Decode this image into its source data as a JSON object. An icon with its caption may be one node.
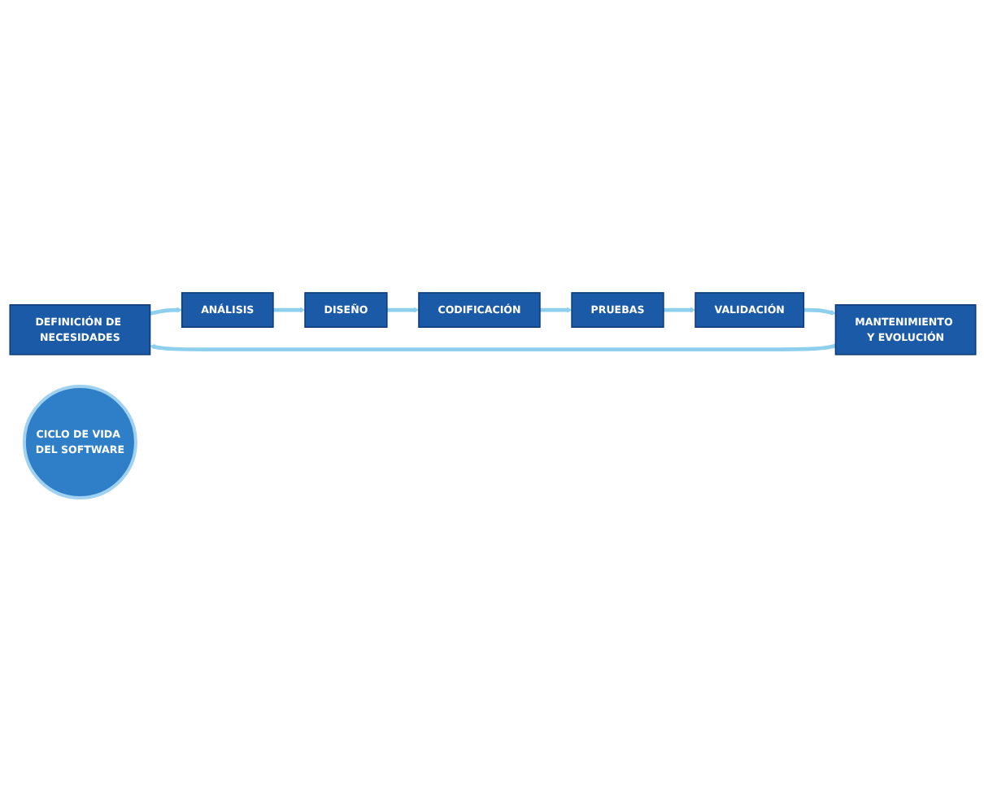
{
  "diagram": {
    "nodes": [
      {
        "text": [
          "DEFINICIÓN DE NECESIDADES"
        ]
      },
      {
        "text": [
          "ANÁLISIS"
        ]
      },
      {
        "text": [
          "DISEÑO"
        ]
      },
      {
        "text": [
          "CODIFICACIÓN"
        ]
      },
      {
        "text": [
          "PRUEBAS"
        ]
      },
      {
        "text": [
          "VALIDACIÓN"
        ]
      },
      {
        "text": [
          "MANTENIMIENTO Y EVOLUCIÓN"
        ]
      },
      {
        "text": [
          "CICLO DE VIDA DEL SOFTWARE"
        ]
      }
    ],
    "edges": [
      {
        "from": 0,
        "to": 1,
        "arrow": "to"
      },
      {
        "from": 1,
        "to": 2,
        "arrow": "to"
      },
      {
        "from": 2,
        "to": 3,
        "arrow": "to"
      },
      {
        "from": 3,
        "to": 4,
        "arrow": "to"
      },
      {
        "from": 4,
        "to": 5,
        "arrow": "to"
      },
      {
        "from": 5,
        "to": 6,
        "arrow": "to"
      },
      {
        "from": 6,
        "to": 0,
        "arrow": "to"
      }
    ]
  }
}
